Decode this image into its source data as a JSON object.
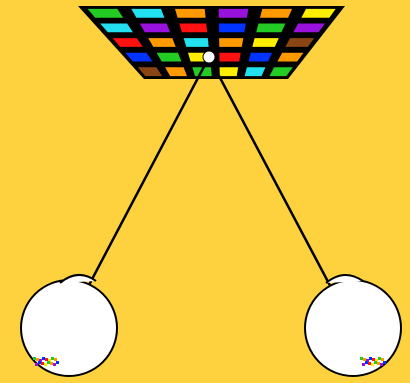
{
  "scene": {
    "background_color": "#fed23f",
    "outline_color": "#000000",
    "grid": {
      "rows": 5,
      "cols": 6,
      "frame_color": "#000000",
      "cells": [
        [
          "#22cc22",
          "#22e0f0",
          "#ff9900",
          "#9911dd",
          "#ff9900",
          "#ffee00"
        ],
        [
          "#22e0f0",
          "#9911dd",
          "#ff1111",
          "#0033ff",
          "#22cc22",
          "#9911dd"
        ],
        [
          "#ff1111",
          "#ff9900",
          "#22e0f0",
          "#ff9900",
          "#ffee00",
          "#8b4513"
        ],
        [
          "#0033ff",
          "#22cc22",
          "#ffee00",
          "#ff1111",
          "#0033ff",
          "#ff9900"
        ],
        [
          "#8b4513",
          "#ff9900",
          "#22cc22",
          "#ffee00",
          "#22e0f0",
          "#22cc22"
        ]
      ]
    },
    "focal_point": {
      "color": "#ffffff",
      "shape": "circle"
    },
    "eyes": [
      {
        "side": "left",
        "fill": "#ffffff"
      },
      {
        "side": "right",
        "fill": "#ffffff"
      }
    ],
    "retina_image_colors": [
      "#22cc22",
      "#ff9900",
      "#9911dd",
      "#0033ff",
      "#ff1111",
      "#ffee00"
    ]
  }
}
